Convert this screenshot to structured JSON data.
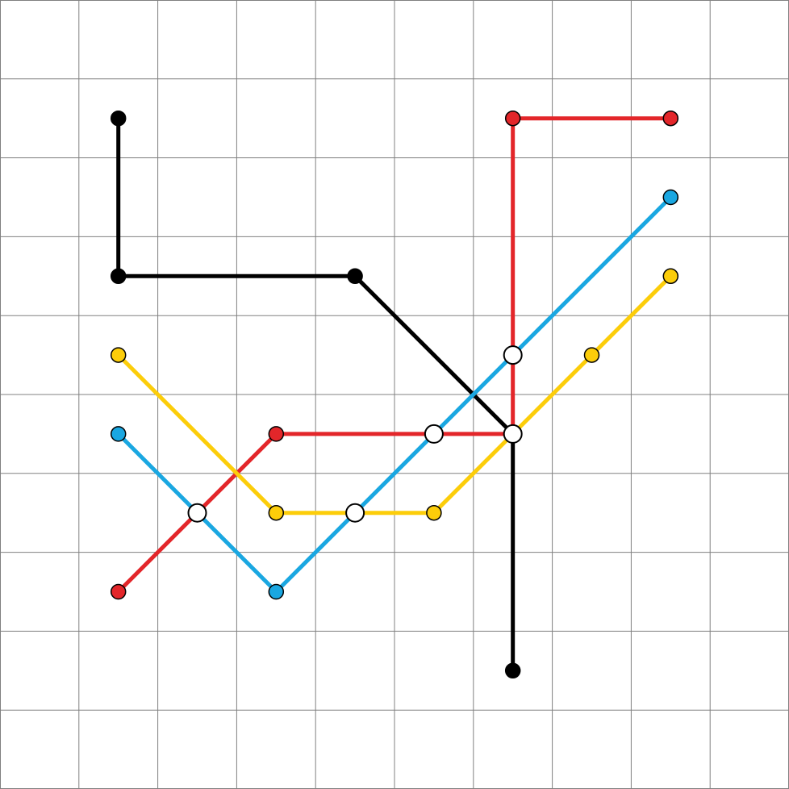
{
  "diagram": {
    "type": "transit-map",
    "grid": {
      "columns": 10,
      "rows": 10,
      "color": "#808080"
    },
    "background": "#ffffff",
    "line_colors": {
      "black": "#000000",
      "red": "#e3262a",
      "blue": "#1aa7e1",
      "yellow": "#fccd0a"
    },
    "interchange_style": {
      "fill": "#ffffff",
      "stroke": "#000000"
    },
    "lines": [
      {
        "id": "black",
        "color": "#000000",
        "path": [
          [
            1.5,
            1.5
          ],
          [
            1.5,
            3.5
          ],
          [
            4.5,
            3.5
          ],
          [
            6.5,
            5.5
          ],
          [
            6.5,
            8.5
          ]
        ],
        "stations": [
          [
            1.5,
            1.5
          ],
          [
            1.5,
            3.5
          ],
          [
            4.5,
            3.5
          ],
          [
            6.5,
            8.5
          ]
        ]
      },
      {
        "id": "red",
        "color": "#e3262a",
        "path": [
          [
            8.5,
            1.5
          ],
          [
            6.5,
            1.5
          ],
          [
            6.5,
            5.5
          ],
          [
            3.5,
            5.5
          ],
          [
            1.5,
            7.5
          ]
        ],
        "stations": [
          [
            8.5,
            1.5
          ],
          [
            6.5,
            1.5
          ],
          [
            3.5,
            5.5
          ],
          [
            1.5,
            7.5
          ]
        ]
      },
      {
        "id": "blue",
        "color": "#1aa7e1",
        "path": [
          [
            8.5,
            2.5
          ],
          [
            3.5,
            7.5
          ],
          [
            1.5,
            5.5
          ]
        ],
        "stations": [
          [
            8.5,
            2.5
          ],
          [
            3.5,
            7.5
          ],
          [
            1.5,
            5.5
          ]
        ]
      },
      {
        "id": "yellow",
        "color": "#fccd0a",
        "path": [
          [
            8.5,
            3.5
          ],
          [
            5.5,
            6.5
          ],
          [
            3.5,
            6.5
          ],
          [
            1.5,
            4.5
          ]
        ],
        "stations": [
          [
            8.5,
            3.5
          ],
          [
            7.5,
            4.5
          ],
          [
            5.5,
            6.5
          ],
          [
            3.5,
            6.5
          ],
          [
            1.5,
            4.5
          ]
        ]
      }
    ],
    "interchanges": [
      [
        6.5,
        4.5
      ],
      [
        5.5,
        5.5
      ],
      [
        6.5,
        5.5
      ],
      [
        2.5,
        6.5
      ],
      [
        4.5,
        6.5
      ]
    ]
  }
}
